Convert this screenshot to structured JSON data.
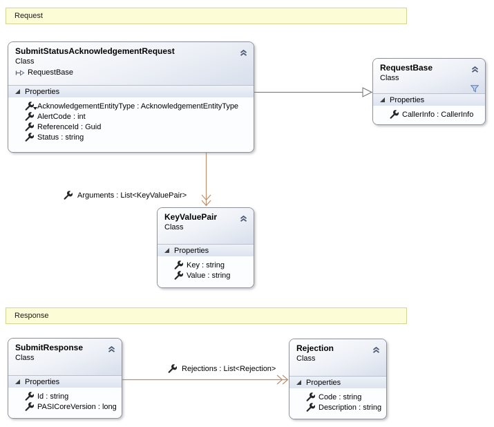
{
  "comments": {
    "request": "Request",
    "response": "Response"
  },
  "classes": {
    "submit_status_acknowledgement_request": {
      "title": "SubmitStatusAcknowledgementRequest",
      "kind": "Class",
      "inherits": "RequestBase",
      "section": "Properties",
      "members": [
        "AcknowledgementEntityType : AcknowledgementEntityType",
        "AlertCode : int",
        "ReferenceId : Guid",
        "Status : string"
      ]
    },
    "request_base": {
      "title": "RequestBase",
      "kind": "Class",
      "section": "Properties",
      "members": [
        "CallerInfo : CallerInfo"
      ]
    },
    "key_value_pair": {
      "title": "KeyValuePair",
      "kind": "Class",
      "section": "Properties",
      "members": [
        "Key : string",
        "Value : string"
      ]
    },
    "submit_response": {
      "title": "SubmitResponse",
      "kind": "Class",
      "section": "Properties",
      "members": [
        "Id : string",
        "PASICoreVersion : long"
      ]
    },
    "rejection": {
      "title": "Rejection",
      "kind": "Class",
      "section": "Properties",
      "members": [
        "Code : string",
        "Description : string"
      ]
    }
  },
  "associations": {
    "arguments": "Arguments : List<KeyValuePair>",
    "rejections": "Rejections : List<Rejection>"
  },
  "icons": {
    "collapse": "collapse-chevron",
    "expander": "section-expander",
    "wrench": "property-wrench",
    "inherits": "inherits-arrow",
    "filter": "filter-funnel"
  },
  "colors": {
    "comment_bg": "#fcfcd7",
    "comment_border": "#d4d494",
    "box_border": "#8e9099",
    "header_gradient_end": "#d8dfec",
    "section_bg": "#dde4f0",
    "inheritance_line": "#6f6f6f",
    "association_line": "#bd8f6c",
    "filter_blue": "#5577bb"
  }
}
